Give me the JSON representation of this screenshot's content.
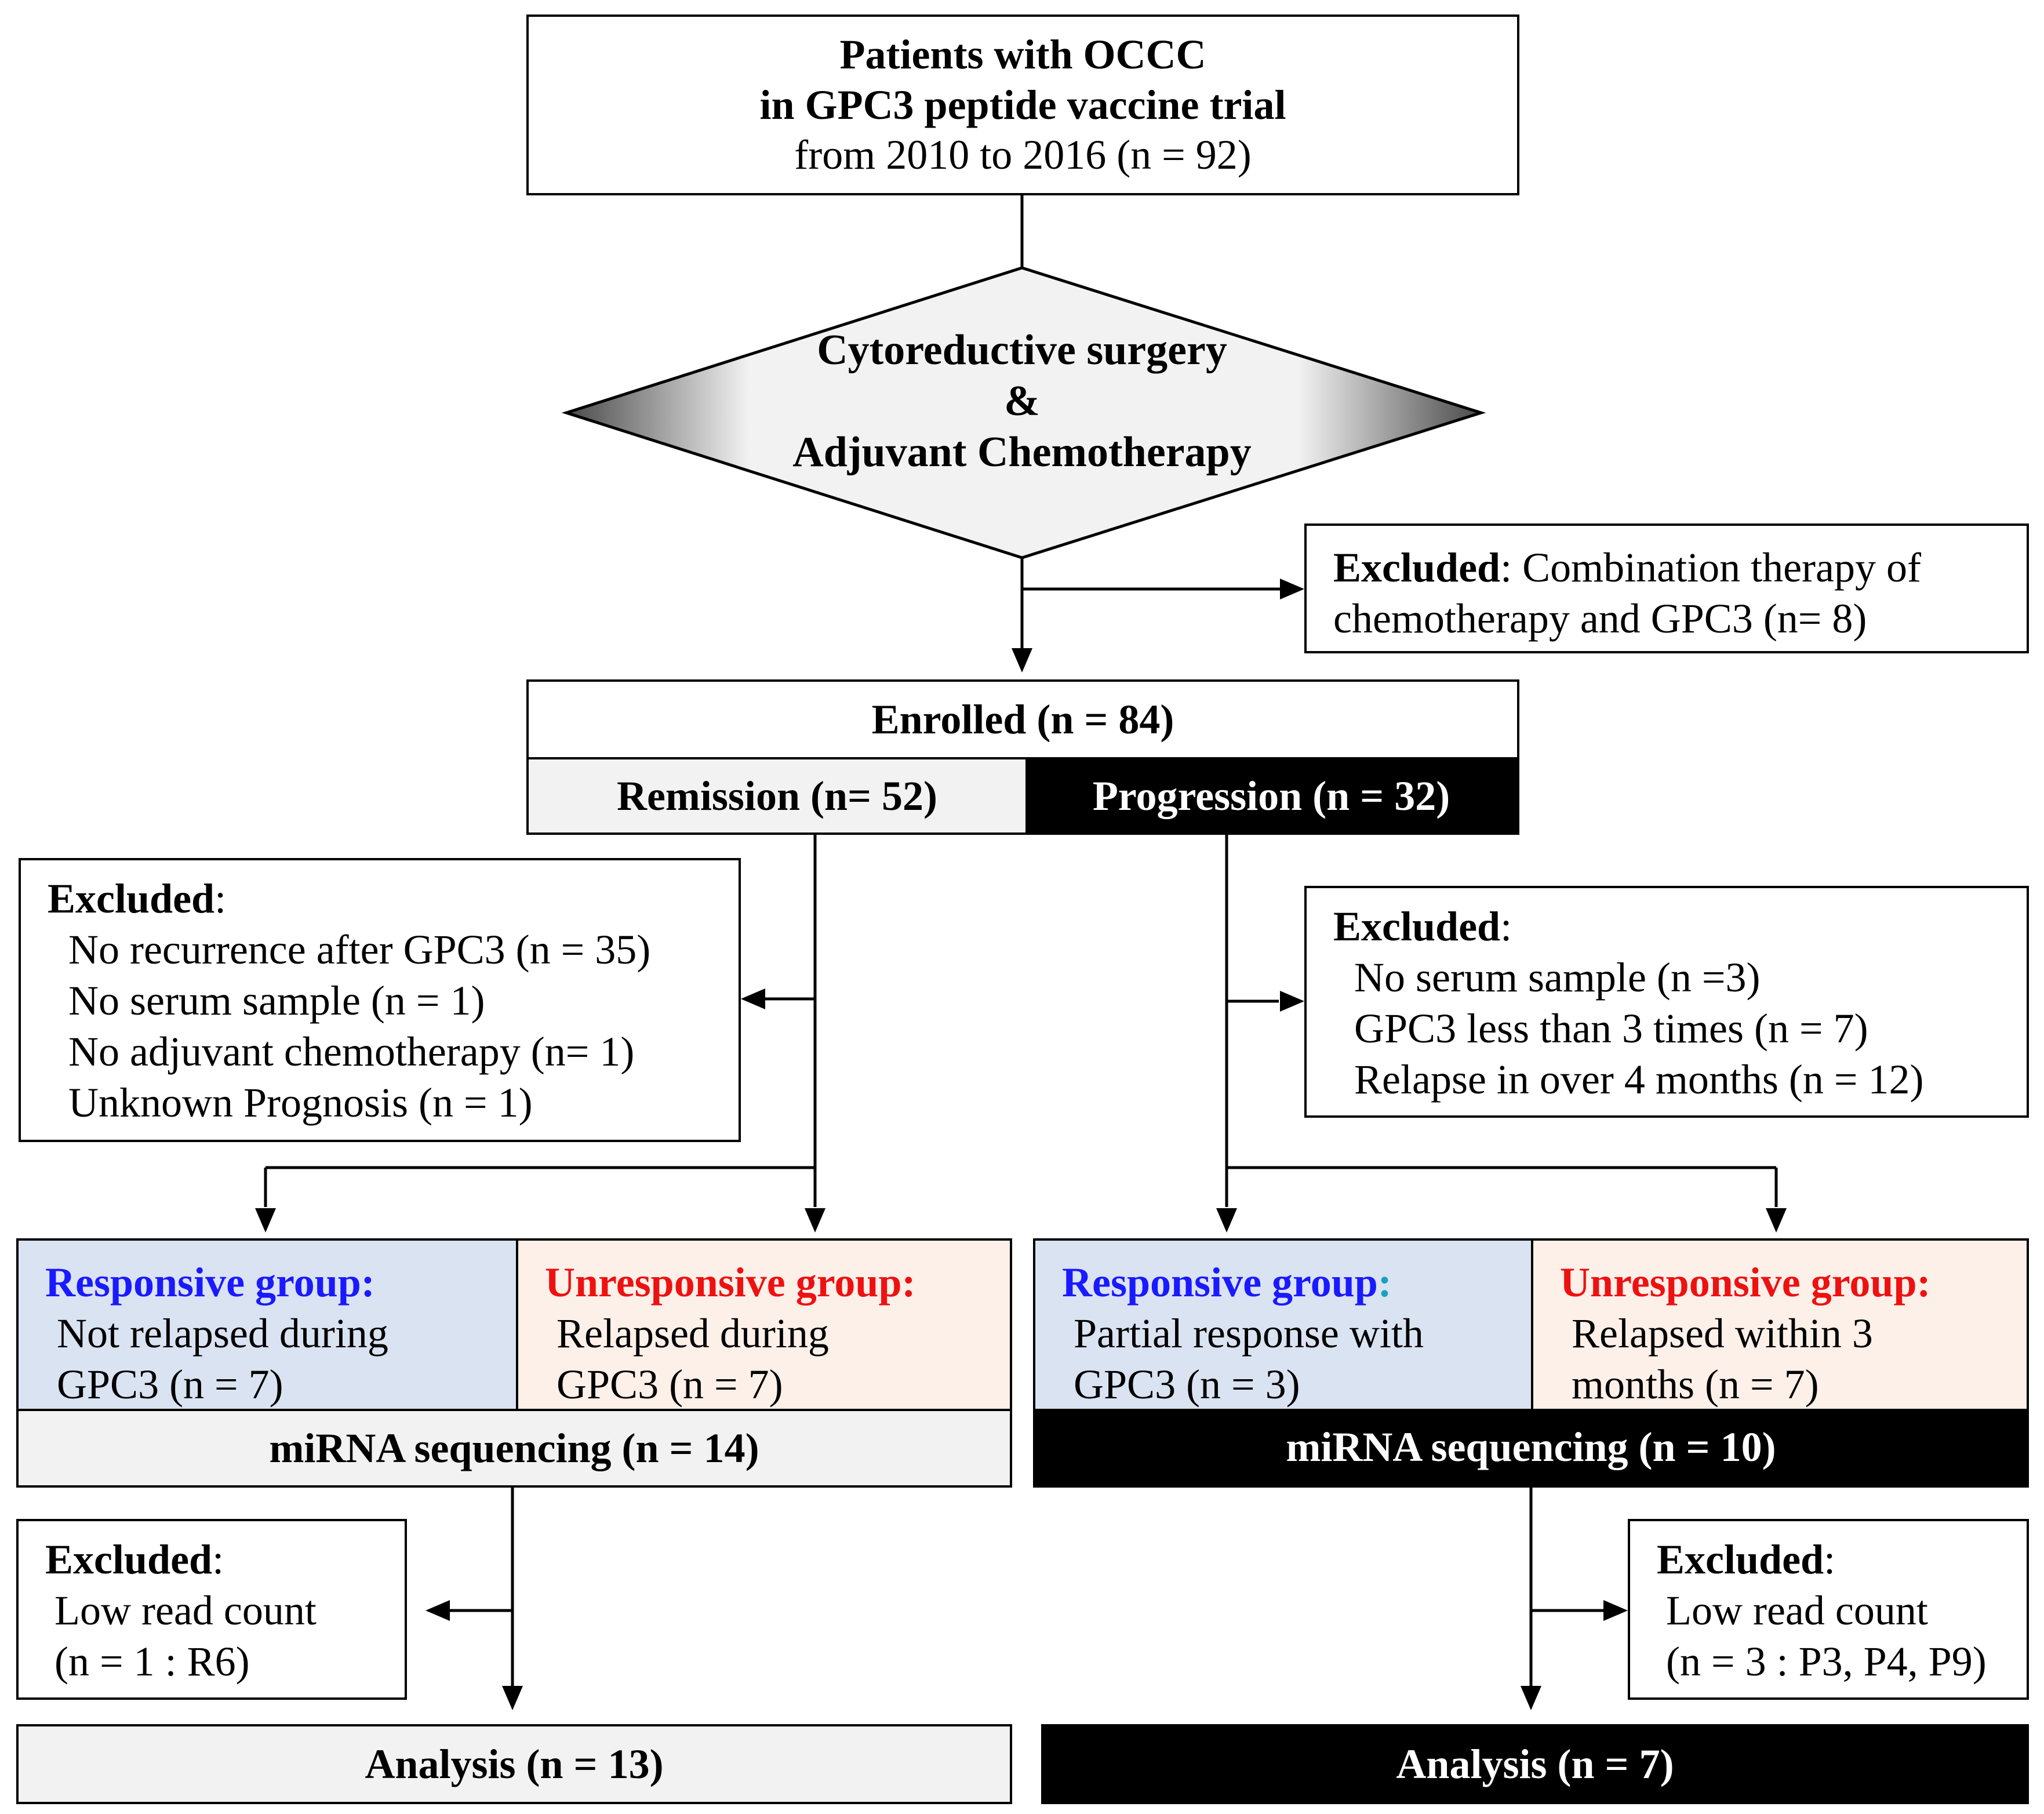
{
  "top_box": {
    "line1": "Patients with OCCC",
    "line2": "in GPC3 peptide vaccine trial",
    "line3": "from 2010 to 2016 (n = 92)"
  },
  "decision": {
    "line1": "Cytoreductive surgery",
    "line2": "&",
    "line3": "Adjuvant Chemotherapy"
  },
  "excluded_combo": {
    "label": "Excluded",
    "text1": ": Combination therapy of",
    "text2": "chemotherapy and GPC3 (n= 8)"
  },
  "enrolled": {
    "title": "Enrolled (n = 84)",
    "remission": "Remission (n= 52)",
    "progression": "Progression (n = 32)"
  },
  "excluded_left": {
    "label": "Excluded",
    "colon": ":",
    "items": [
      "No recurrence after GPC3 (n = 35)",
      "No serum sample (n = 1)",
      "No adjuvant chemotherapy (n= 1)",
      "Unknown Prognosis (n = 1)"
    ]
  },
  "excluded_right": {
    "label": "Excluded",
    "colon": ":",
    "items": [
      "No serum sample (n =3)",
      "GPC3 less than 3 times (n = 7)",
      "Relapse in over 4 months (n = 12)"
    ]
  },
  "left_groups": {
    "responsive_title": "Responsive group:",
    "responsive_l1": "Not relapsed during",
    "responsive_l2": "GPC3 (n = 7)",
    "unresponsive_title": "Unresponsive group:",
    "unresponsive_l1": "Relapsed during",
    "unresponsive_l2": "GPC3  (n = 7)",
    "sequencing": "miRNA sequencing (n = 14)"
  },
  "right_groups": {
    "responsive_title": "Responsive group",
    "responsive_colon": ":",
    "responsive_l1": "Partial response with",
    "responsive_l2": "GPC3 (n = 3)",
    "unresponsive_title": "Unresponsive group:",
    "unresponsive_l1": "Relapsed within 3",
    "unresponsive_l2": "months (n = 7)",
    "sequencing": "miRNA sequencing (n = 10)"
  },
  "excluded_low_left": {
    "label": "Excluded",
    "colon": ":",
    "l1": "Low read count",
    "l2": "(n = 1 : R6)"
  },
  "excluded_low_right": {
    "label": "Excluded",
    "colon": ":",
    "l1": "Low read count",
    "l2": "(n = 3 : P3, P4, P9)"
  },
  "analysis_left": "Analysis (n = 13)",
  "analysis_right": "Analysis (n = 7)",
  "colors": {
    "responsive_bg": "#dae3f1",
    "unresponsive_bg": "#fdf0e9",
    "grey_bg": "#f2f2f2",
    "responsive_text": "#1a1aff",
    "unresponsive_text": "#ee1111",
    "colon_teal": "#1a9fc0"
  }
}
